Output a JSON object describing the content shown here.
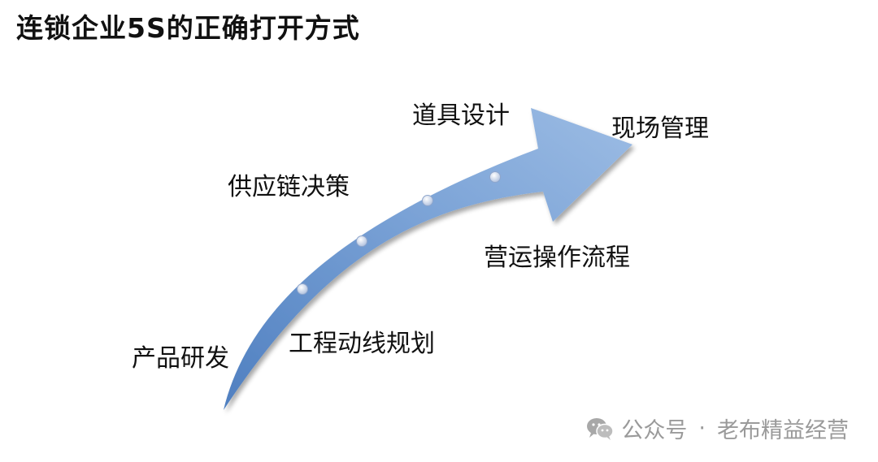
{
  "title": "连锁企业5S的正确打开方式",
  "stages": [
    {
      "label": "产品研发"
    },
    {
      "label": "工程动线规划"
    },
    {
      "label": "供应链决策"
    },
    {
      "label": "道具设计"
    },
    {
      "label": "营运操作流程"
    },
    {
      "label": "现场管理"
    }
  ],
  "colors": {
    "arrow_light": "#8cb0de",
    "arrow_dark": "#5b8bcb",
    "title": "#111111",
    "watermark": "#9a9a9a"
  },
  "watermark": {
    "prefix": "公众号",
    "separator": "·",
    "name": "老布精益经营",
    "icon": "wechat-icon"
  }
}
